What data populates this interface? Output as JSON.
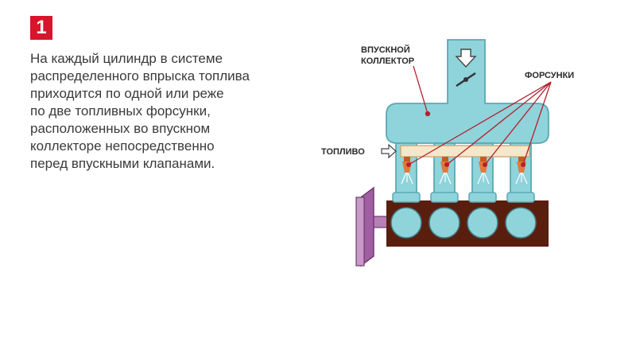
{
  "step_number": "1",
  "description_lines": [
    "На каждый цилиндр в системе",
    "распределенного впрыска топлива",
    "приходится по одной или реже",
    "по две топливных форсунки,",
    "расположенных во впускном",
    "коллекторе непосредственно",
    "перед впускными клапанами."
  ],
  "labels": {
    "manifold_line1": "ВПУСКНОЙ",
    "manifold_line2": "КОЛЛЕКТОР",
    "injectors": "ФОРСУНКИ",
    "fuel": "ТОПЛИВО"
  },
  "colors": {
    "accent": "#d8152b",
    "manifold": "#8fd3db",
    "manifold_stroke": "#5aa9b4",
    "engine_block": "#5a1e0f",
    "fuel_rail": "#f6e7c9",
    "injector": "#e07a3a",
    "pulley": "#a15fa3",
    "leader_line": "#b3202c"
  }
}
